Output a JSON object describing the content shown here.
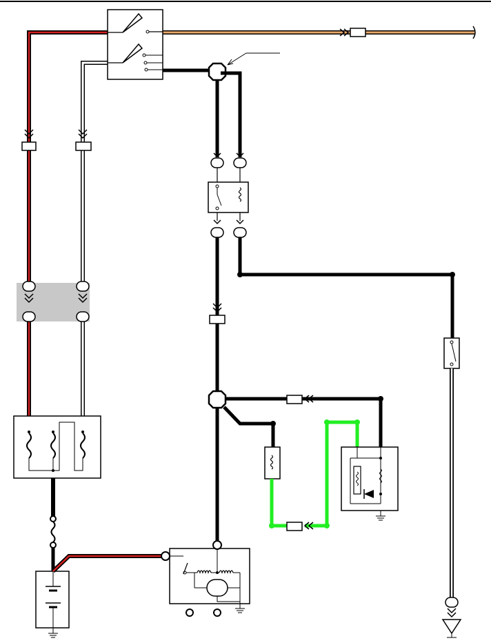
{
  "diagram": {
    "colors": {
      "black_wire": "#000000",
      "red_stripe": "#d22020",
      "white_wire_outline": "#000000",
      "orange_wire": "#e8a86a",
      "green_wire": "#22ee22",
      "shaded_connector_block": "#c8c8c8"
    },
    "components": [
      "ignition-switch",
      "connector-icon",
      "relay-switch-coil",
      "wire-connector-pair",
      "shaded-connector-block",
      "fuse-block",
      "fusible-link",
      "battery",
      "starter-motor",
      "relay-coil",
      "relay-with-diode",
      "switch",
      "ground-icon"
    ]
  }
}
